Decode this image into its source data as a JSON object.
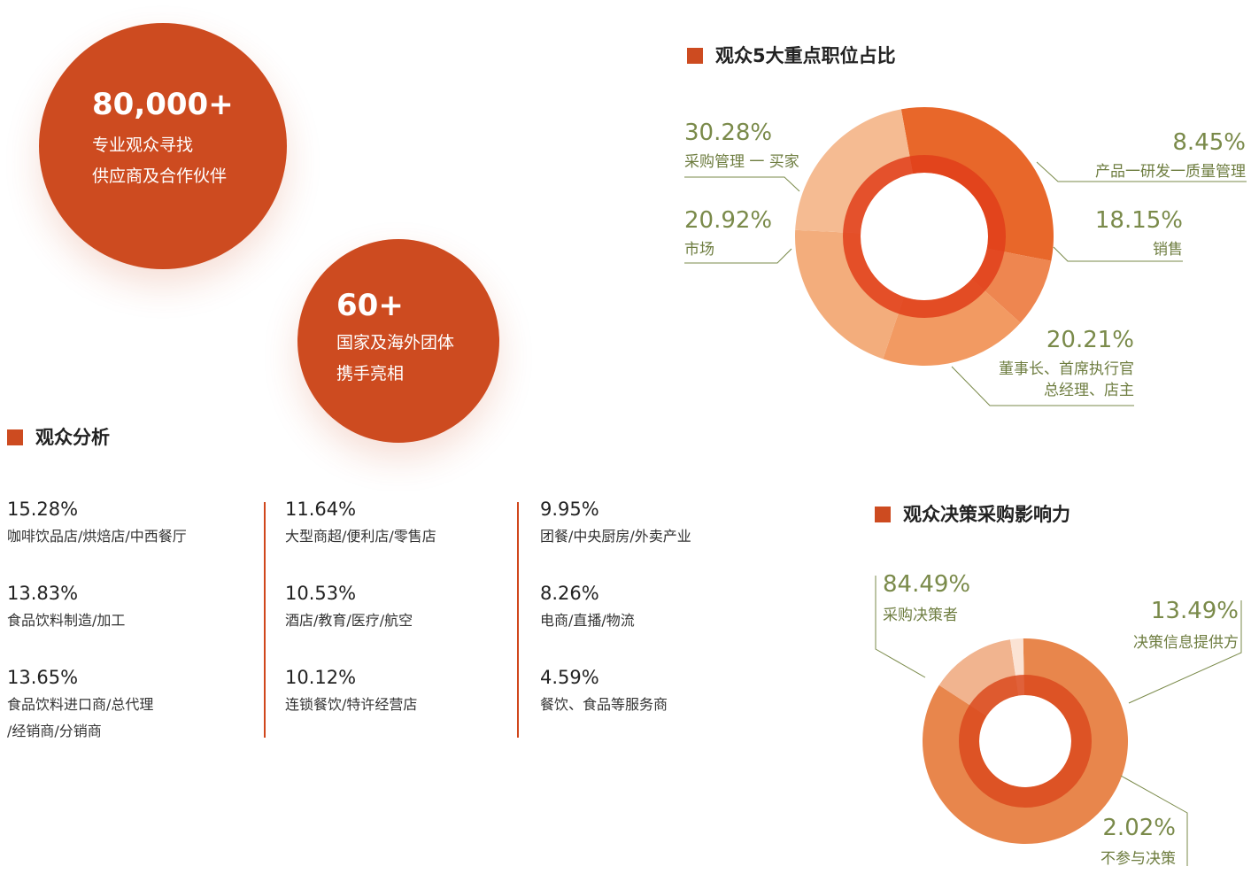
{
  "bubbles": [
    {
      "number": "80,000+",
      "line1": "专业观众寻找",
      "line2": "供应商及合作伙伴"
    },
    {
      "number": "60+",
      "line1": "国家及海外团体",
      "line2": "携手亮相"
    }
  ],
  "audience": {
    "title": "观众分析",
    "columns": [
      [
        {
          "pct": "15.28%",
          "label": "咖啡饮品店/烘焙店/中西餐厅"
        },
        {
          "pct": "13.83%",
          "label": "食品饮料制造/加工"
        },
        {
          "pct": "13.65%",
          "label": "食品饮料进口商/总代理",
          "label2": "/经销商/分销商"
        }
      ],
      [
        {
          "pct": "11.64%",
          "label": "大型商超/便利店/零售店"
        },
        {
          "pct": "10.53%",
          "label": "酒店/教育/医疗/航空"
        },
        {
          "pct": "10.12%",
          "label": "连锁餐饮/特许经营店"
        }
      ],
      [
        {
          "pct": "9.95%",
          "label": "团餐/中央厨房/外卖产业"
        },
        {
          "pct": "8.26%",
          "label": "电商/直播/物流"
        },
        {
          "pct": "4.59%",
          "label": "餐饮、食品等服务商"
        }
      ]
    ]
  },
  "positions": {
    "title": "观众5大重点职位占比",
    "labels": [
      {
        "pct": "30.28%",
        "text": "采购管理 一 买家"
      },
      {
        "pct": "8.45%",
        "text": "产品一研发一质量管理"
      },
      {
        "pct": "20.92%",
        "text": "市场"
      },
      {
        "pct": "18.15%",
        "text": "销售"
      },
      {
        "pct": "20.21%",
        "text": "董事长、首席执行官",
        "text2": "总经理、店主"
      }
    ]
  },
  "influence": {
    "title": "观众决策采购影响力",
    "labels": [
      {
        "pct": "84.49%",
        "text": "采购决策者"
      },
      {
        "pct": "13.49%",
        "text": "决策信息提供方"
      },
      {
        "pct": "2.02%",
        "text": "不参与决策"
      }
    ]
  },
  "chart_data": [
    {
      "type": "pie",
      "title": "观众5大重点职位占比",
      "categories": [
        "采购管理 一 买家",
        "产品一研发一质量管理",
        "销售",
        "董事长、首席执行官 总经理、店主",
        "市场"
      ],
      "values": [
        30.28,
        8.45,
        18.15,
        20.21,
        20.92
      ],
      "colors": [
        "#e8672a",
        "#ee8650",
        "#f29a62",
        "#f3ad7c",
        "#f5bb92"
      ]
    },
    {
      "type": "pie",
      "title": "观众决策采购影响力",
      "categories": [
        "采购决策者",
        "决策信息提供方",
        "不参与决策"
      ],
      "values": [
        84.49,
        13.49,
        2.02
      ],
      "colors": [
        "#e8864c",
        "#f1b48f",
        "#fbe3d4"
      ]
    }
  ]
}
